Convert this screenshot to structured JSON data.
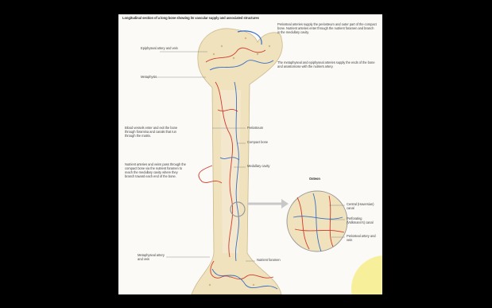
{
  "window": {
    "background": "#000000",
    "slide_background": "#fbfaf7"
  },
  "figure": {
    "top_caption": "Longitudinal section of a long bone showing its vascular supply and associated structures",
    "labels": {
      "epiphyseal_vessels": "Epiphyseal artery and vein",
      "metaphysis": "Metaphysis",
      "periosteum": "Periosteum",
      "compact_bone": "Compact bone",
      "medullary_cavity": "Medullary cavity",
      "metaphyseal_vessels": "Metaphyseal artery and vein",
      "nutrient_foramen": "Nutrient foramen",
      "inset_title": "Osteon",
      "inset_label_1": "Central (Haversian) canal",
      "inset_label_2": "Perforating (Volkmann's) canal",
      "inset_label_3": "Periosteal artery and vein"
    },
    "notes": {
      "right_top": "Periosteal arteries supply the periosteum and outer part of the compact bone. Nutrient arteries enter through the nutrient foramen and branch in the medullary cavity.",
      "right_mid": "The metaphyseal and epiphyseal arteries supply the ends of the bone and anastomose with the nutrient artery.",
      "left_mid": "Blood vessels enter and exit the bone through foramina and canals that run through the matrix.",
      "left_low": "Nutrient arteries and veins pass through the compact bone via the nutrient foramen to reach the medullary cavity where they branch toward each end of the bone."
    },
    "colors": {
      "bone": "#efe2bd",
      "artery": "#d23a2a",
      "vein": "#3a6fc2",
      "accent_glow": "#f7ef9a"
    }
  }
}
